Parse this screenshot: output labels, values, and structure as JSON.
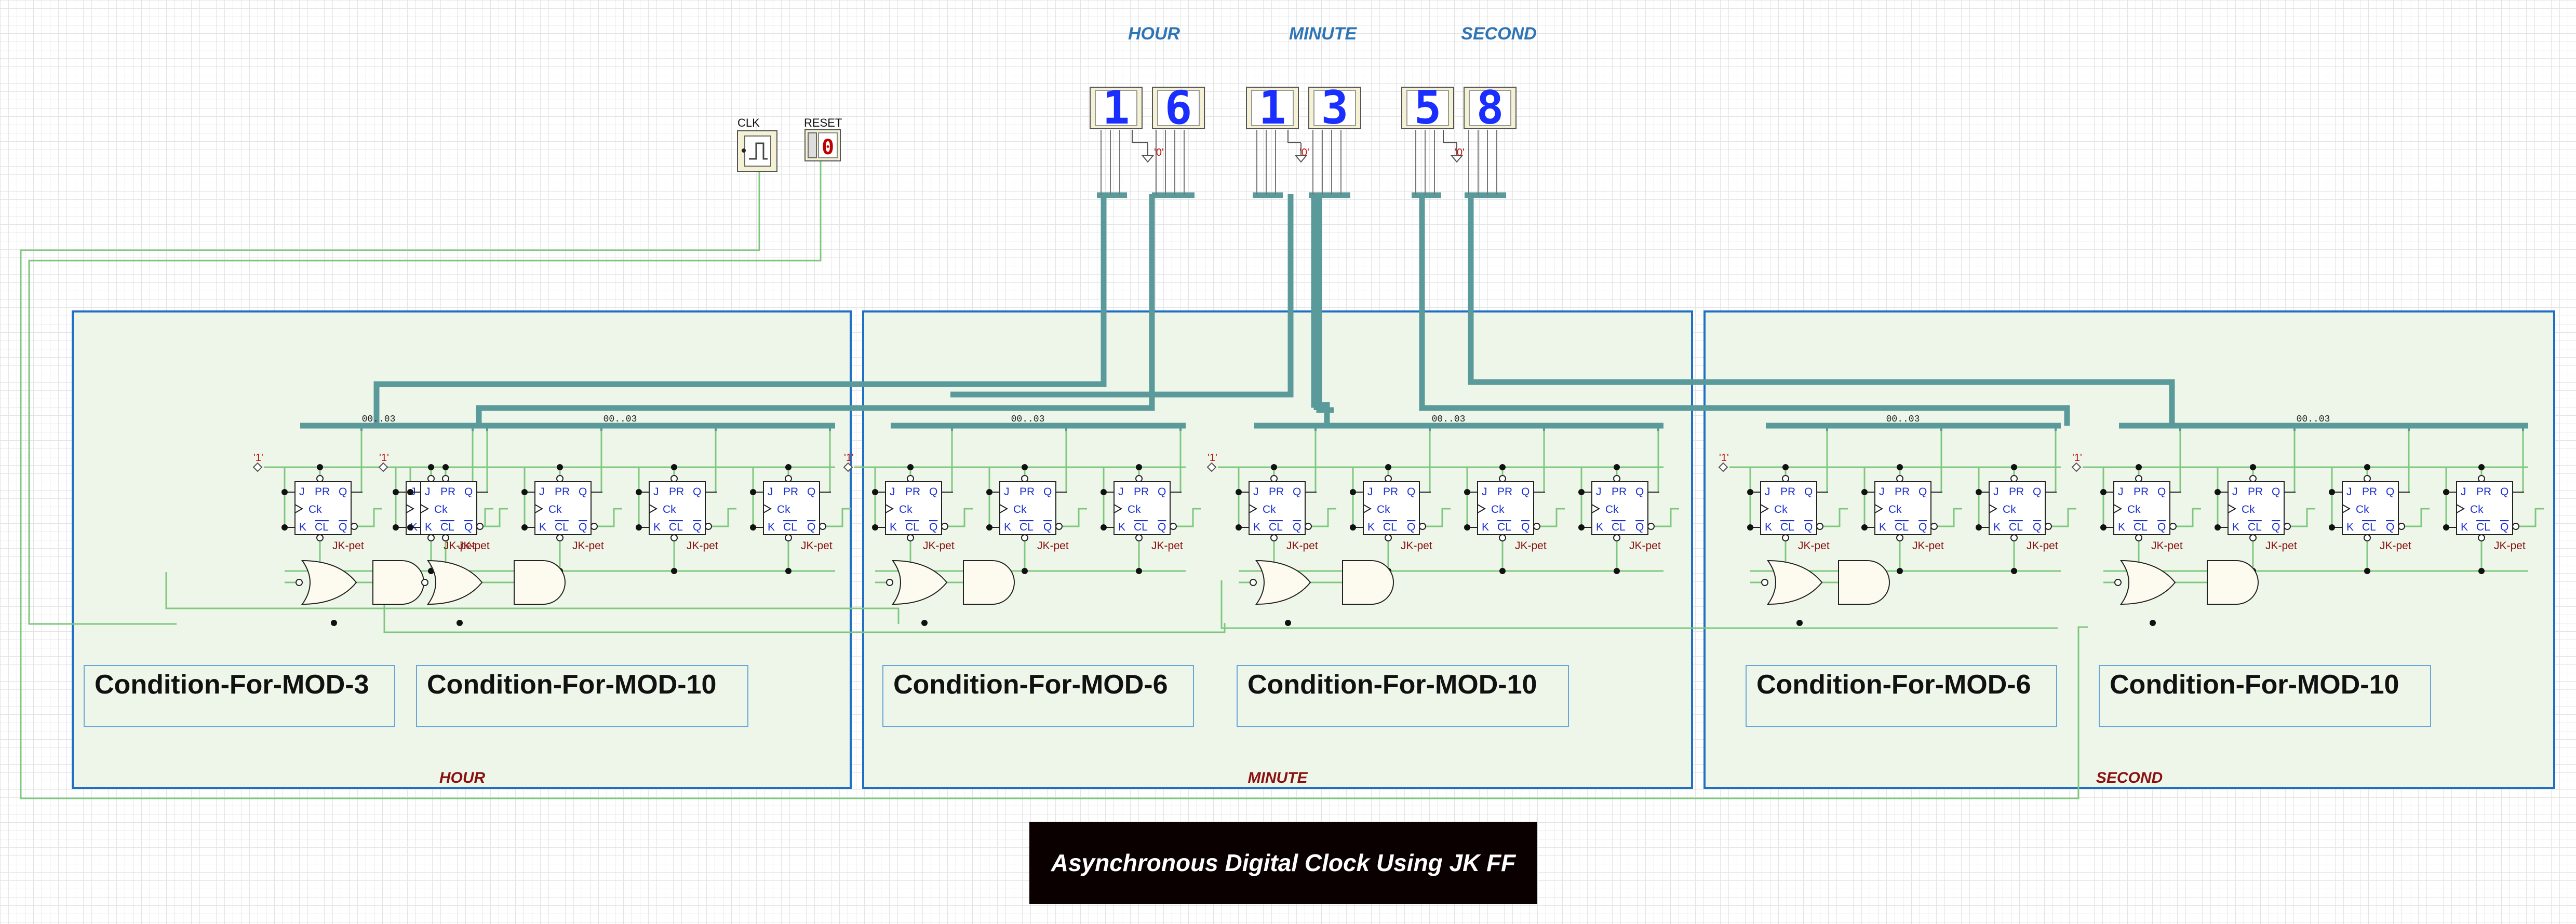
{
  "displays": {
    "hour": {
      "title": "HOUR",
      "digits": [
        "1",
        "6"
      ]
    },
    "minute": {
      "title": "MINUTE",
      "digits": [
        "1",
        "3"
      ]
    },
    "second": {
      "title": "SECOND",
      "digits": [
        "5",
        "8"
      ]
    }
  },
  "zero_label": "'0'",
  "clk": {
    "label": "CLK"
  },
  "reset": {
    "label": "RESET",
    "value": "0"
  },
  "sections": [
    {
      "label": "HOUR",
      "conditions": [
        "Condition-For-MOD-3",
        "Condition-For-MOD-10"
      ]
    },
    {
      "label": "MINUTE",
      "conditions": [
        "Condition-For-MOD-6",
        "Condition-For-MOD-10"
      ]
    },
    {
      "label": "SECOND",
      "conditions": [
        "Condition-For-MOD-6",
        "Condition-For-MOD-10"
      ]
    }
  ],
  "flipflop": {
    "name": "JK-pet",
    "pins": [
      "J",
      "PR",
      "Q",
      "Ck",
      "K",
      "CL",
      "Q"
    ]
  },
  "const_one": "'1'",
  "bus_label": "00..03",
  "title": "Asynchronous Digital Clock Using JK FF",
  "colors": {
    "wire": "#7ec87e",
    "bus": "#5a9a9a",
    "section_border": "#1f6fc4",
    "section_fill": "#eef6ea",
    "text_blue": "#1a2fd0",
    "text_red": "#8b1010"
  }
}
